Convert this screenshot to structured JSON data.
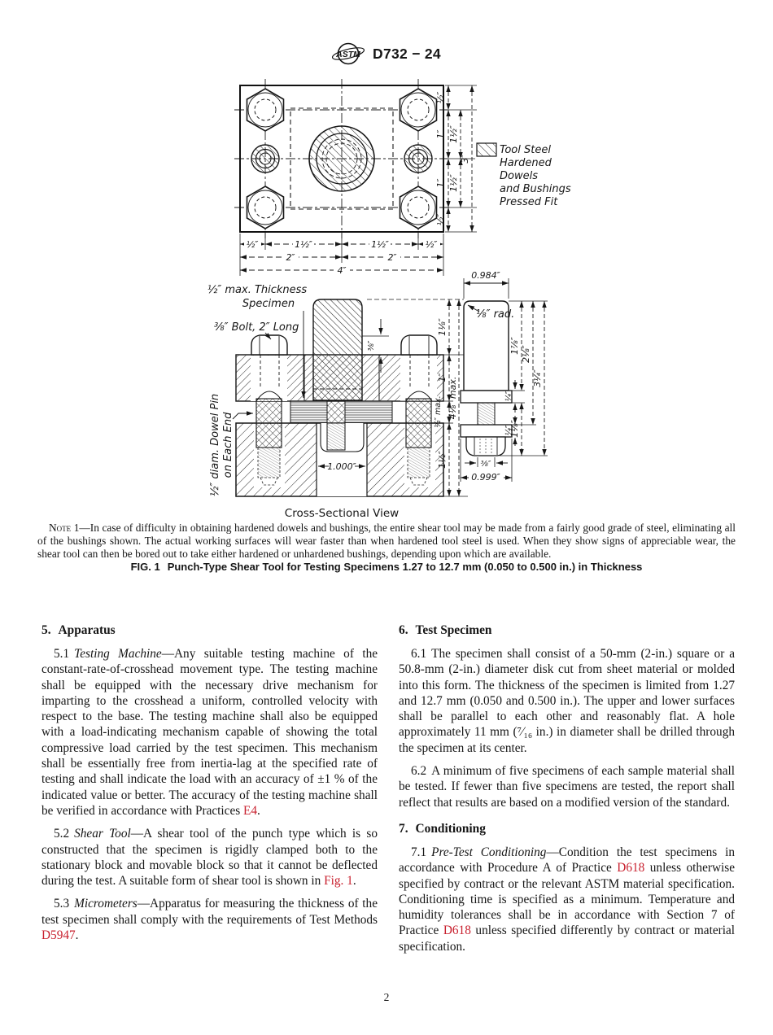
{
  "header": {
    "logo_text": "ASTM",
    "title": "D732 − 24"
  },
  "figure": {
    "dims": {
      "half": "½″",
      "one": "1″",
      "one_half": "1½″",
      "two": "2″",
      "three": "3″",
      "four": "4″",
      "three_eighths": "⅜″",
      "quarter": "¼″",
      "one_1_8": "1⅛″",
      "one_7_8": "1⅞″",
      "two_1_8": "2⅛″",
      "three_1_4": "3¼″",
      "four_1_8_max": "4⅛″ max.",
      "half_max": "½″ max.",
      "eighth_rad": "⅛″ rad.",
      "w0984": "0.984″",
      "w0999": "0.999″",
      "w1000": "1.000″"
    },
    "labels": {
      "thickness1": "½″ max. Thickness",
      "thickness2": "Specimen",
      "bolt": "⅜″ Bolt, 2″ Long",
      "dowel1": "½″ diam. Dowel Pin",
      "dowel2": "on Each End",
      "view": "Cross-Sectional View"
    },
    "legend": [
      "Tool Steel",
      "Hardened",
      "Dowels",
      "and Bushings",
      "Pressed Fit"
    ],
    "caption_label": "FIG. 1",
    "caption_text": "Punch-Type Shear Tool for Testing Specimens 1.27 to 12.7 mm (0.050 to 0.500 in.) in Thickness"
  },
  "note": {
    "label": "Note 1—",
    "text": "In case of difficulty in obtaining hardened dowels and bushings, the entire shear tool may be made from a fairly good grade of steel, eliminating all of the bushings shown. The actual working surfaces will wear faster than when hardened tool steel is used. When they show signs of appreciable wear, the shear tool can then be bored out to take either hardened or unhardened bushings, depending upon which are available."
  },
  "sections": {
    "s5": {
      "num": "5.",
      "title": "Apparatus",
      "p1": {
        "num": "5.1",
        "lead": "Testing Machine",
        "t1": "—Any suitable testing machine of the constant-rate-of-crosshead movement type. The testing machine shall be equipped with the necessary drive mechanism for imparting to the crosshead a uniform, controlled velocity with respect to the base. The testing machine shall also be equipped with a load-indicating mechanism capable of showing the total compressive load carried by the test specimen. This mechanism shall be essentially free from inertia-lag at the specified rate of testing and shall indicate the load with an accuracy of ±1 % of the indicated value or better. The accuracy of the testing machine shall be verified in accordance with Practices ",
        "link1": "E4",
        "t2": "."
      },
      "p2": {
        "num": "5.2",
        "lead": "Shear Tool",
        "t1": "—A shear tool of the punch type which is so constructed that the specimen is rigidly clamped both to the stationary block and movable block so that it cannot be deflected during the test. A suitable form of shear tool is shown in ",
        "link1": "Fig. 1",
        "t2": "."
      },
      "p3": {
        "num": "5.3",
        "lead": "Micrometers",
        "t1": "—Apparatus for measuring the thickness of the test specimen shall comply with the requirements of Test Methods ",
        "link1": "D5947",
        "t2": "."
      }
    },
    "s6": {
      "num": "6.",
      "title": "Test Specimen",
      "p1": {
        "num": "6.1",
        "t1": "The specimen shall consist of a 50-mm (2-in.) square or a 50.8-mm (2-in.) diameter disk cut from sheet material or molded into this form. The thickness of the specimen is limited from 1.27 and 12.7 mm (0.050 and 0.500 in.). The upper and lower surfaces shall be parallel to each other and reasonably flat. A hole approximately 11 mm (⁷⁄₁₆ in.) in diameter shall be drilled through the specimen at its center."
      },
      "p2": {
        "num": "6.2",
        "t1": "A minimum of five specimens of each sample material shall be tested. If fewer than five specimens are tested, the report shall reflect that results are based on a modified version of the standard."
      }
    },
    "s7": {
      "num": "7.",
      "title": "Conditioning",
      "p1": {
        "num": "7.1",
        "lead": "Pre-Test Conditioning",
        "t1": "—Condition the test specimens in accordance with Procedure A of Practice ",
        "link1": "D618",
        "t2": " unless otherwise specified by contract or the relevant ASTM material specification. Conditioning time is specified as a minimum. Temperature and humidity tolerances shall be in accordance with Section 7 of Practice ",
        "link2": "D618",
        "t3": " unless specified differently by contract or material specification."
      }
    }
  },
  "footer": {
    "page": "2"
  },
  "colors": {
    "link": "#c8202e"
  }
}
